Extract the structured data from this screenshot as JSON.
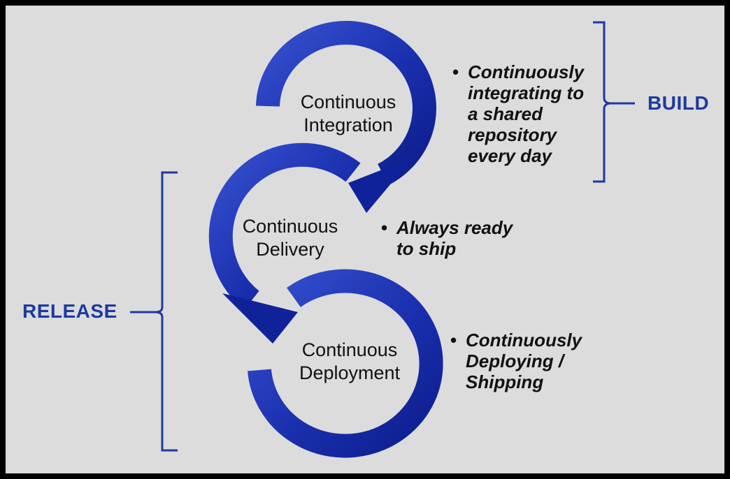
{
  "stages": {
    "integration": {
      "line1": "Continuous",
      "line2": "Integration"
    },
    "delivery": {
      "line1": "Continuous",
      "line2": "Delivery"
    },
    "deployment": {
      "line1": "Continuous",
      "line2": "Deployment"
    }
  },
  "notes": {
    "integration": [
      "Continuously",
      "integrating to",
      "a shared",
      "repository",
      "every day"
    ],
    "delivery": [
      "Always ready",
      "to ship"
    ],
    "deployment": [
      "Continuously",
      "Deploying /",
      "Shipping"
    ]
  },
  "bullet": "•",
  "phases": {
    "build": "BUILD",
    "release": "RELEASE"
  },
  "colors": {
    "arrow_dark": "#10229a",
    "arrow_light": "#2e49c8",
    "phase_text": "#1d3aa0",
    "background": "#dcdcdc",
    "frame": "#000000"
  }
}
